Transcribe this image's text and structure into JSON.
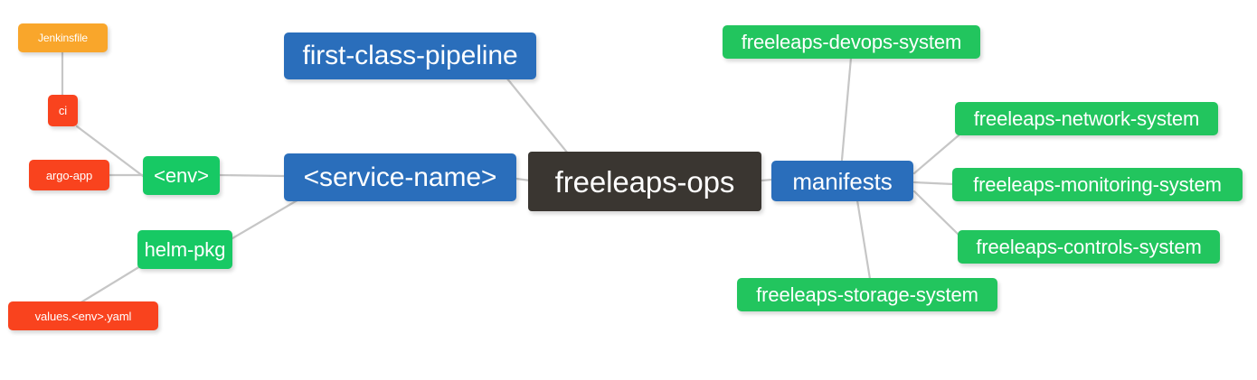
{
  "diagram": {
    "title": "freeleaps-ops repository mind map",
    "background": "#ffffff",
    "edge_color": "#c6c6c6",
    "palette": {
      "root_dark": "#3a3631",
      "blue": "#2a6ebb",
      "green": "#22c55e",
      "green_alt": "#17c964",
      "orange": "#f9a62b",
      "red": "#f9431e",
      "text": "#ffffff"
    },
    "nodes": [
      {
        "id": "jenkinsfile",
        "label": "Jenkinsfile"
      },
      {
        "id": "ci",
        "label": "ci"
      },
      {
        "id": "argo-app",
        "label": "argo-app"
      },
      {
        "id": "env",
        "label": "<env>"
      },
      {
        "id": "helm-pkg",
        "label": "helm-pkg"
      },
      {
        "id": "values-yaml",
        "label": "values.<env>.yaml"
      },
      {
        "id": "first-class-pipeline",
        "label": "first-class-pipeline"
      },
      {
        "id": "service-name",
        "label": "<service-name>"
      },
      {
        "id": "freeleaps-ops",
        "label": "freeleaps-ops"
      },
      {
        "id": "manifests",
        "label": "manifests"
      },
      {
        "id": "devops",
        "label": "freeleaps-devops-system"
      },
      {
        "id": "network",
        "label": "freeleaps-network-system"
      },
      {
        "id": "monitoring",
        "label": "freeleaps-monitoring-system"
      },
      {
        "id": "controls",
        "label": "freeleaps-controls-system"
      },
      {
        "id": "storage",
        "label": "freeleaps-storage-system"
      }
    ],
    "edges": [
      {
        "from": "jenkinsfile",
        "to": "ci"
      },
      {
        "from": "ci",
        "to": "env"
      },
      {
        "from": "argo-app",
        "to": "env"
      },
      {
        "from": "env",
        "to": "service-name"
      },
      {
        "from": "service-name",
        "to": "helm-pkg"
      },
      {
        "from": "helm-pkg",
        "to": "values-yaml"
      },
      {
        "from": "first-class-pipeline",
        "to": "freeleaps-ops"
      },
      {
        "from": "service-name",
        "to": "freeleaps-ops"
      },
      {
        "from": "freeleaps-ops",
        "to": "manifests"
      },
      {
        "from": "manifests",
        "to": "devops"
      },
      {
        "from": "manifests",
        "to": "network"
      },
      {
        "from": "manifests",
        "to": "monitoring"
      },
      {
        "from": "manifests",
        "to": "controls"
      },
      {
        "from": "manifests",
        "to": "storage"
      }
    ]
  }
}
